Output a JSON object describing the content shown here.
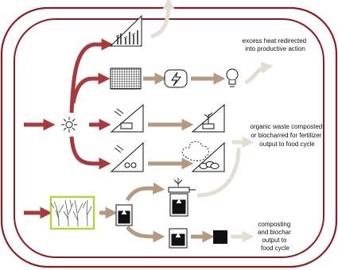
{
  "colors": {
    "border": "#8b1c22",
    "red_arrow": "#a8393d",
    "tan_arrow": "#b49a80",
    "pale_arrow": "#e6ddd2",
    "biomass_frame": "#b7cf3c",
    "ink": "#111111"
  },
  "labels": {
    "heat": [
      "excess heat redirected",
      "into productive action"
    ],
    "organic": [
      "organic waste composted",
      "or biocharred for fertilizer",
      "output to food cycle"
    ],
    "compost": [
      "composting",
      "and biochar",
      "output to",
      "food cycle"
    ]
  },
  "icons": {
    "sun": "sun-icon",
    "greenhouse_plants": "greenhouse-plants-icon",
    "solar_panel": "solar-panel-icon",
    "lightning": "lightning-icon",
    "bulb": "light-bulb-icon",
    "greenhouse_tray": "greenhouse-tray-icon",
    "greenhouse_seedling": "greenhouse-seedling-icon",
    "greenhouse_bike": "greenhouse-bike-icon",
    "greenhouse_pods": "greenhouse-pods-icon",
    "compost_cloud": "compost-cloud-icon",
    "biomass": "biomass-trees-icon",
    "pyrolysis": "pyrolysis-unit-icon",
    "biochar": "biochar-block-icon"
  }
}
